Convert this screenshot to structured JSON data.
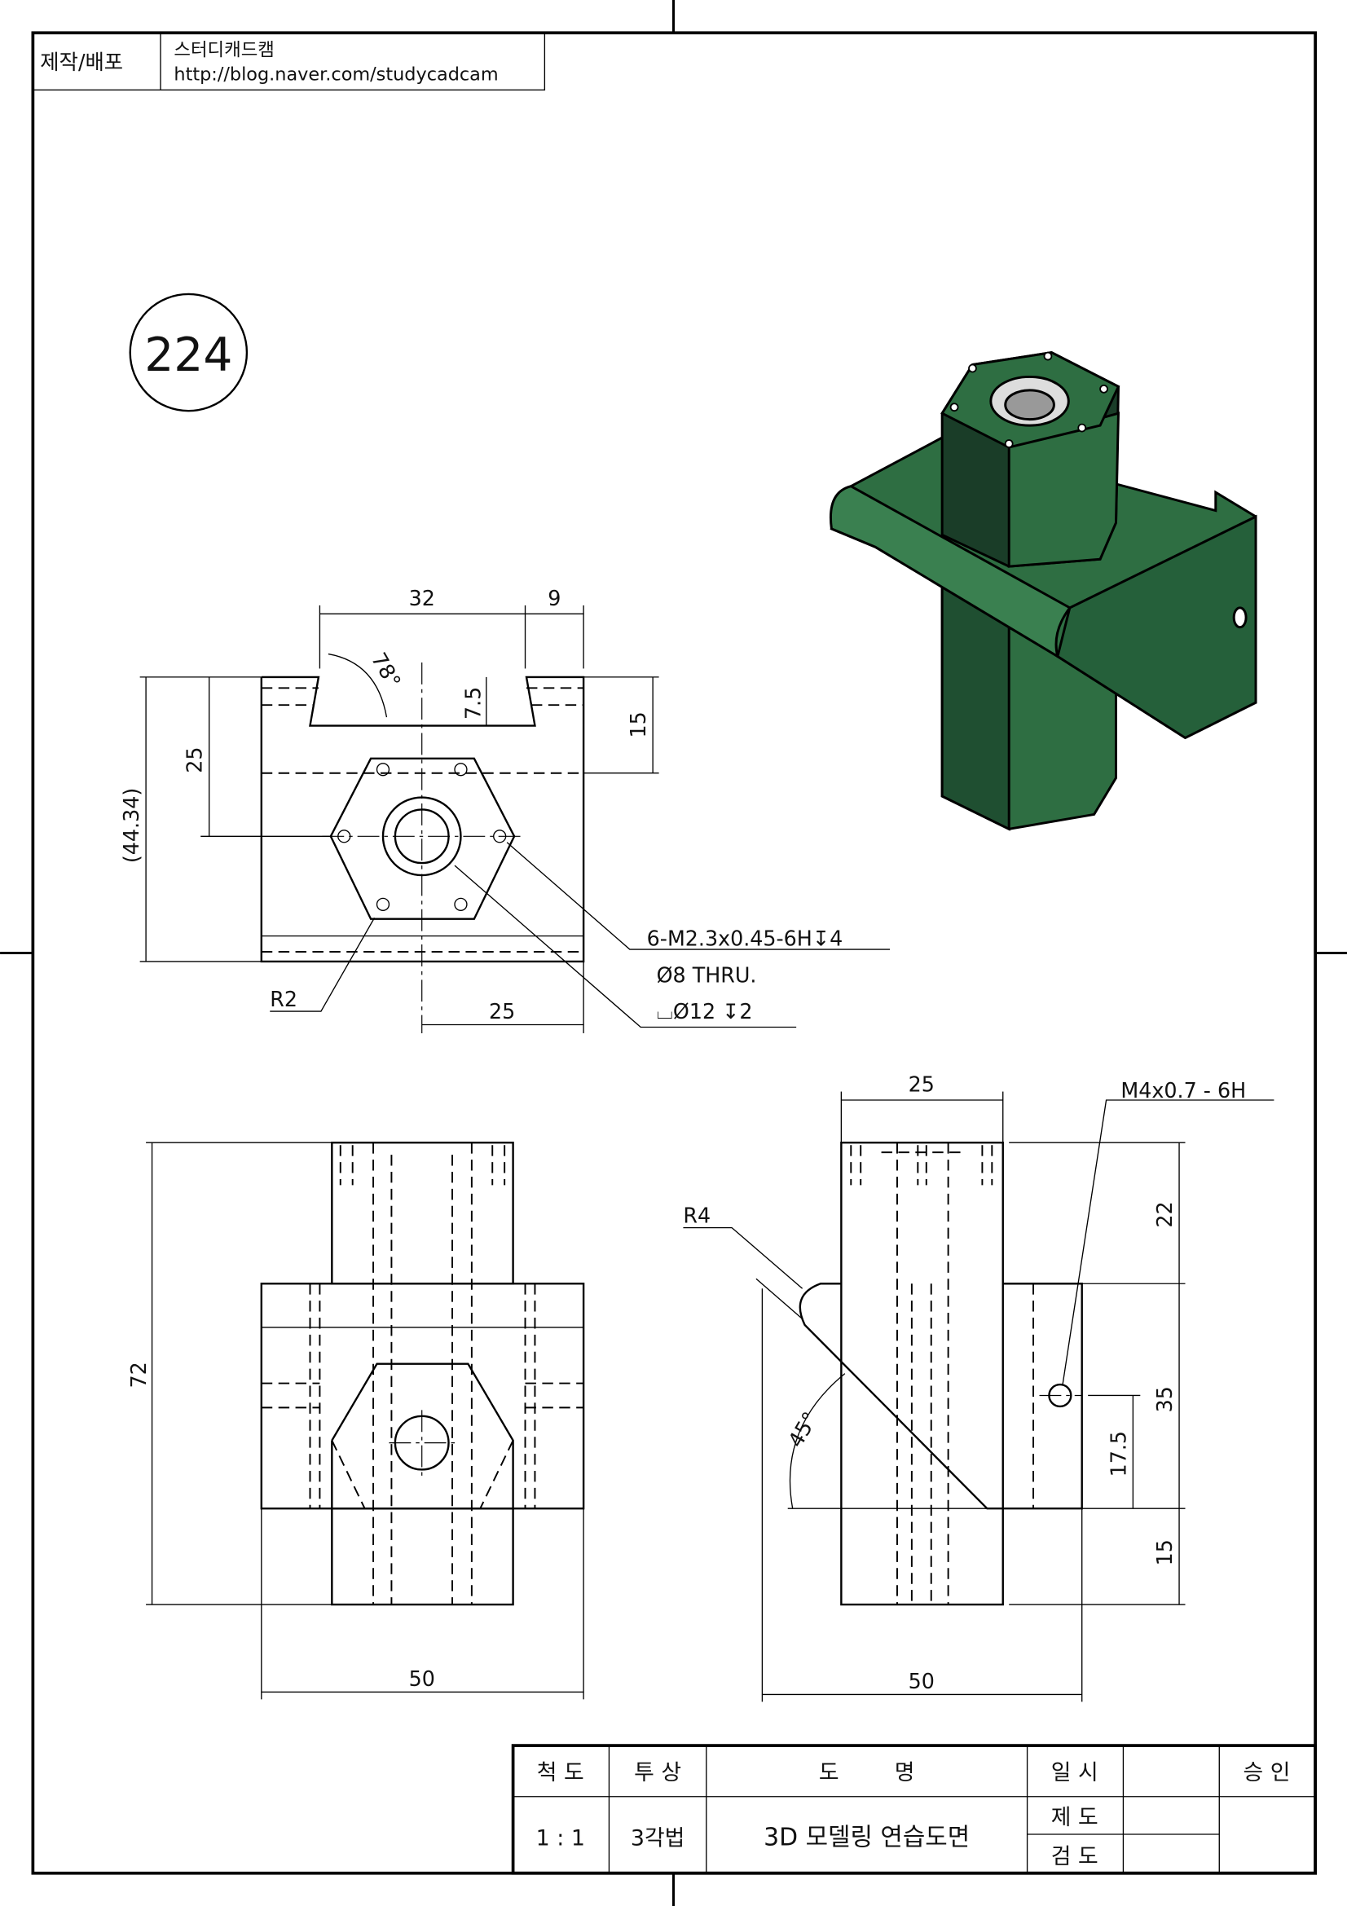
{
  "header": {
    "label": "제작/배포",
    "author": "스터디캐드캠",
    "url": "http://blog.naver.com/studycadcam"
  },
  "drawing_number": "224",
  "top_view": {
    "dims": {
      "width_top": "32",
      "notch_right": "9",
      "angle": "78°",
      "notch_depth": "7.5",
      "depth_right": "15",
      "hex_offset": "25",
      "overall_ref": "(44.34)",
      "half_width": "25",
      "radius": "R2"
    },
    "callouts": {
      "tapped_holes": "6-M2.3x0.45-6H↧4",
      "thru_hole": "Ø8 THRU.",
      "counterbore": "⌴Ø12 ↧2"
    }
  },
  "front_view": {
    "dims": {
      "height": "72",
      "width": "50"
    }
  },
  "side_view": {
    "dims": {
      "top_width": "25",
      "thread": "M4x0.7 - 6H",
      "radius": "R4",
      "angle": "45°",
      "h_top": "22",
      "h_mid": "35",
      "hole_height": "17.5",
      "h_bottom": "15",
      "width": "50"
    }
  },
  "title_block": {
    "scale_label": "척  도",
    "scale_value": "1 : 1",
    "projection_label": "투  상",
    "projection_value": "3각법",
    "name_label": "도        명",
    "name_value": "3D 모델링 연습도면",
    "date_label": "일  시",
    "drawn_label": "제  도",
    "checked_label": "검  도",
    "approval_label": "승  인"
  },
  "colors": {
    "model_green": "#2e6e42",
    "model_dark": "#1a3d28"
  }
}
